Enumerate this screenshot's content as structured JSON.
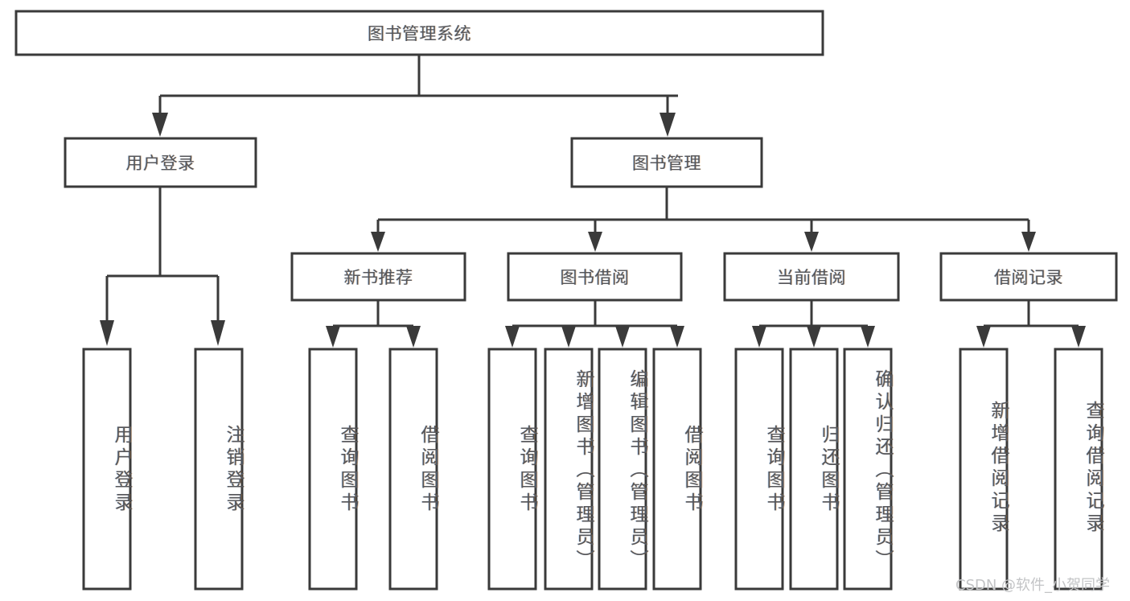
{
  "diagram": {
    "title": "图书管理系统",
    "type": "tree-hierarchy-diagram",
    "colors": {
      "stroke": "#3a3a3a",
      "box_fill": "#ffffff",
      "text": "#55565a",
      "background": "#ffffff",
      "watermark": "#c3c4c6"
    },
    "root": {
      "label": "图书管理系统"
    },
    "level1": [
      {
        "label": "用户登录"
      },
      {
        "label": "图书管理"
      }
    ],
    "level2": [
      {
        "label": "新书推荐"
      },
      {
        "label": "图书借阅"
      },
      {
        "label": "当前借阅"
      },
      {
        "label": "借阅记录"
      }
    ],
    "leaves": {
      "user_login": [
        {
          "label": "用户登录"
        },
        {
          "label": "注销登录"
        }
      ],
      "new_book_recommend": [
        {
          "label": "查询图书"
        },
        {
          "label": "借阅图书"
        }
      ],
      "book_borrow": [
        {
          "label": "查询图书"
        },
        {
          "label": "新增图书（管理员）"
        },
        {
          "label": "编辑图书（管理员）"
        },
        {
          "label": "借阅图书"
        }
      ],
      "current_borrow": [
        {
          "label": "查询图书"
        },
        {
          "label": "归还图书"
        },
        {
          "label": "确认归还（管理员）"
        }
      ],
      "borrow_record": [
        {
          "label": "新增借阅记录"
        },
        {
          "label": "查询借阅记录"
        }
      ]
    }
  },
  "watermark": {
    "text": "CSDN @软件_小贺同学"
  }
}
